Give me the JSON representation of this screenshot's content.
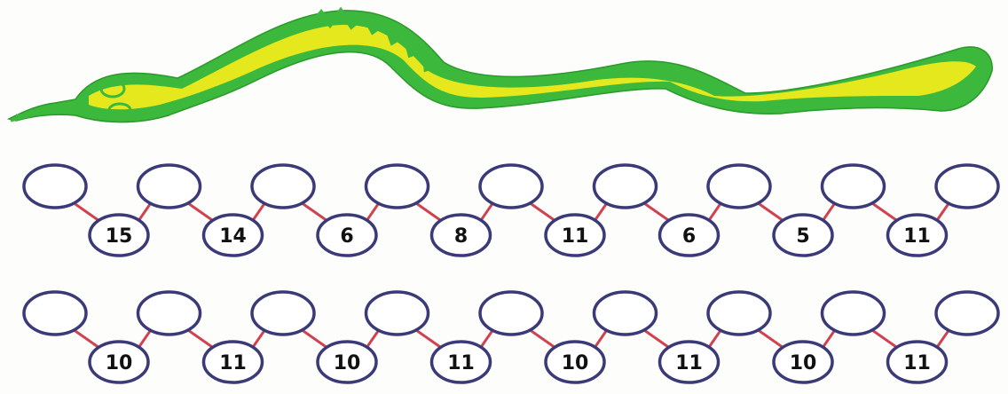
{
  "colors": {
    "snake_outer": "#3cb83c",
    "snake_inner": "#e6e81e",
    "circle_stroke": "#3b3a78",
    "link": "#d0424f"
  },
  "illustration": {
    "snake": "snake-icon"
  },
  "rows": [
    {
      "top_circles": [
        "",
        "",
        "",
        "",
        "",
        "",
        "",
        "",
        ""
      ],
      "bottom_numbers": [
        "15",
        "14",
        "6",
        "8",
        "11",
        "6",
        "5",
        "11"
      ]
    },
    {
      "top_circles": [
        "",
        "",
        "",
        "",
        "",
        "",
        "",
        "",
        ""
      ],
      "bottom_numbers": [
        "10",
        "11",
        "10",
        "11",
        "10",
        "11",
        "10",
        "11"
      ]
    }
  ]
}
